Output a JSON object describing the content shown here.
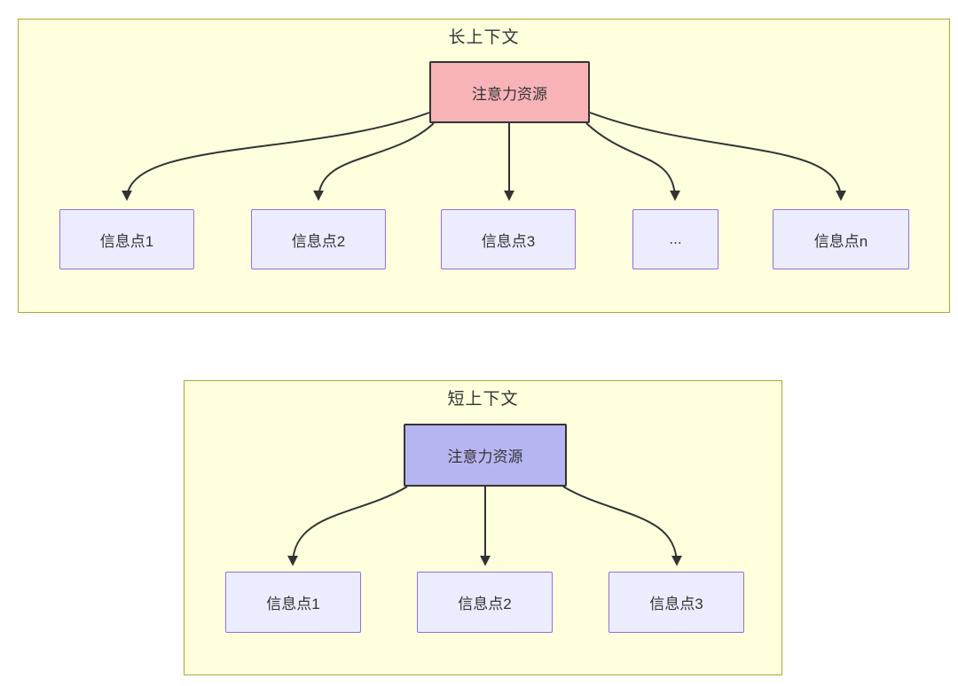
{
  "diagram": {
    "long_context": {
      "title": "长上下文",
      "source_node": "注意力资源",
      "target_nodes": [
        "信息点1",
        "信息点2",
        "信息点3",
        "...",
        "信息点n"
      ]
    },
    "short_context": {
      "title": "短上下文",
      "source_node": "注意力资源",
      "target_nodes": [
        "信息点1",
        "信息点2",
        "信息点3"
      ]
    },
    "colors": {
      "group_fill": "#ffffde",
      "group_border": "#aaaa33",
      "long_source_fill": "#f8b3b9",
      "short_source_fill": "#b7b5f1",
      "target_fill": "#ececff",
      "target_border": "#9370db",
      "source_border": "#333333",
      "edge_color": "#333333",
      "text_color": "#333333"
    }
  }
}
